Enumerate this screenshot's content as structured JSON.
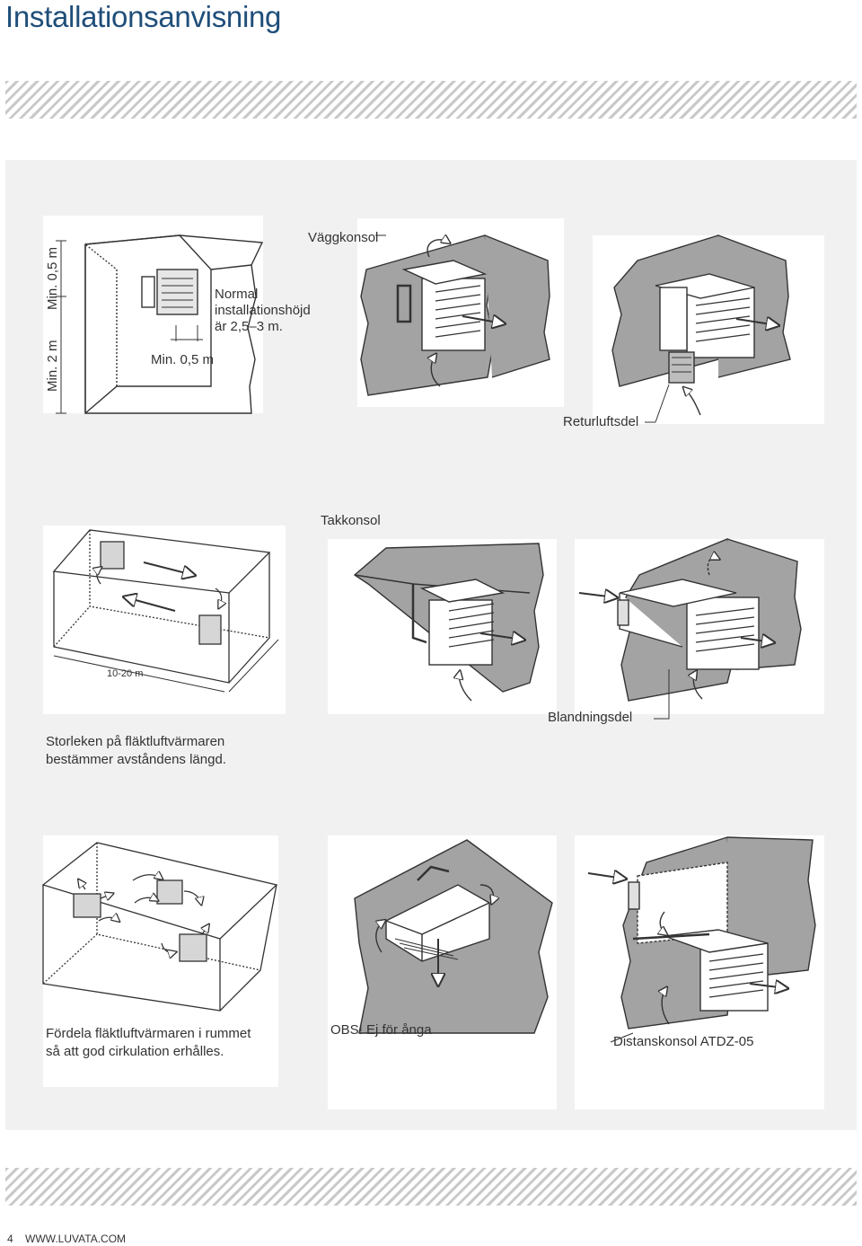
{
  "page": {
    "title": "Installationsanvisning",
    "footer_page": "4",
    "footer_url": "WWW.LUVATA.COM"
  },
  "labels": {
    "min_05_vertical": "Min. 0,5 m",
    "min_2_vertical": "Min. 2 m",
    "min_05_horizontal": "Min. 0,5 m",
    "normal_height_1": "Normal",
    "normal_height_2": "installationshöjd",
    "normal_height_3": "är 2,5–3 m.",
    "wall_bracket": "Väggkonsol",
    "return_air": "Returluftsdel",
    "ceiling_bracket": "Takkonsol",
    "distance": "10-20 m",
    "size_note_1": "Storleken på fläktluftvärmaren",
    "size_note_2": "bestämmer avståndens längd.",
    "mixing_part": "Blandningsdel",
    "distribute_1": "Fördela fläktluftvärmaren i rummet",
    "distribute_2": "så att god cirkulation erhålles.",
    "no_steam": "OBS! Ej för ånga",
    "distance_bracket": "Distanskonsol ATDZ-05"
  },
  "colors": {
    "title": "#1f4e79",
    "panel": "#f1f1f1",
    "wall": "#a3a3a3",
    "unit": "#ffffff",
    "line": "#333333"
  }
}
